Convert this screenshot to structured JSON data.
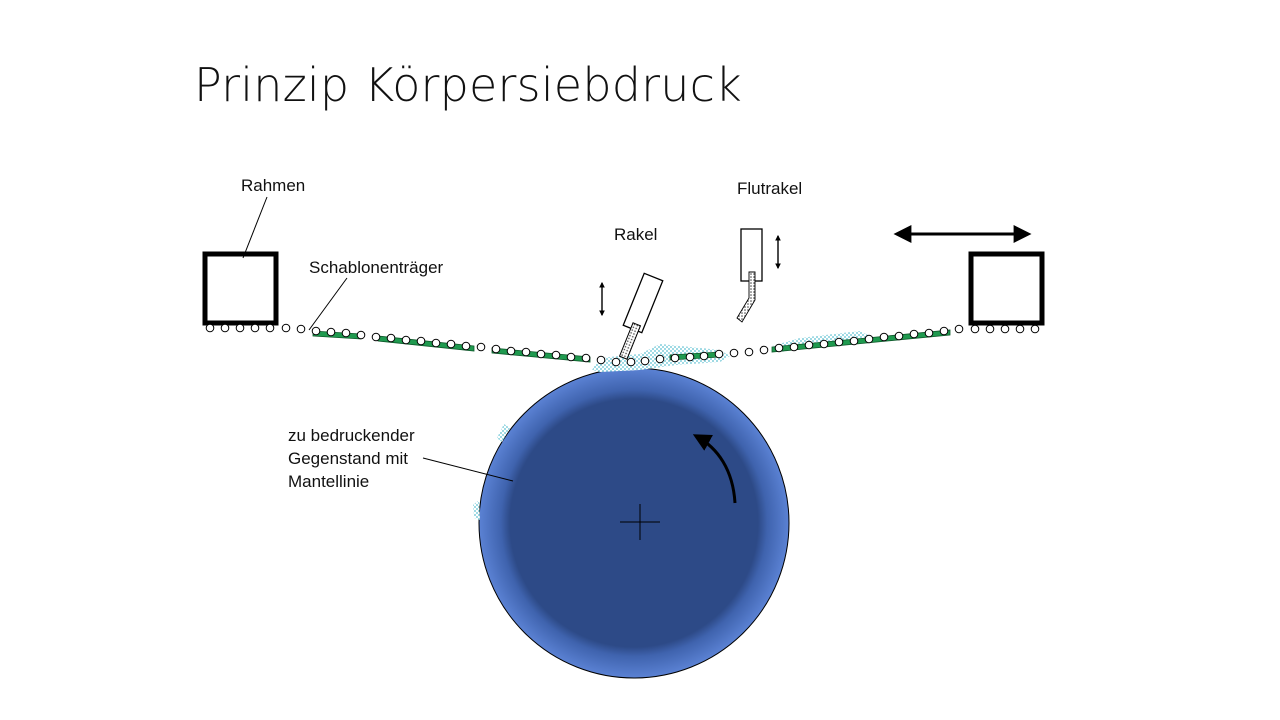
{
  "slide": {
    "title": "Prinzip Körpersiebdruck"
  },
  "labels": {
    "frame": "Rahmen",
    "stencil_carrier": "Schablonenträger",
    "squeegee": "Rakel",
    "flood_squeegee": "Flutrakel",
    "object_line1": "zu bedruckender",
    "object_line2": "Gegenstand mit",
    "object_line3": "Mantellinie"
  },
  "colors": {
    "cylinder_outer": "#5b82d4",
    "cylinder_inner": "#2d4a87",
    "stencil_green": "#1f9a4f",
    "ink_dots": "#6ec8d8",
    "outline": "#000000"
  },
  "icons": {
    "frame": "square-frame-icon",
    "rotation": "curved-arrow-icon",
    "movement": "double-arrow-icon",
    "vertical_motion": "vertical-double-arrow-icon",
    "center": "crosshair-icon"
  }
}
